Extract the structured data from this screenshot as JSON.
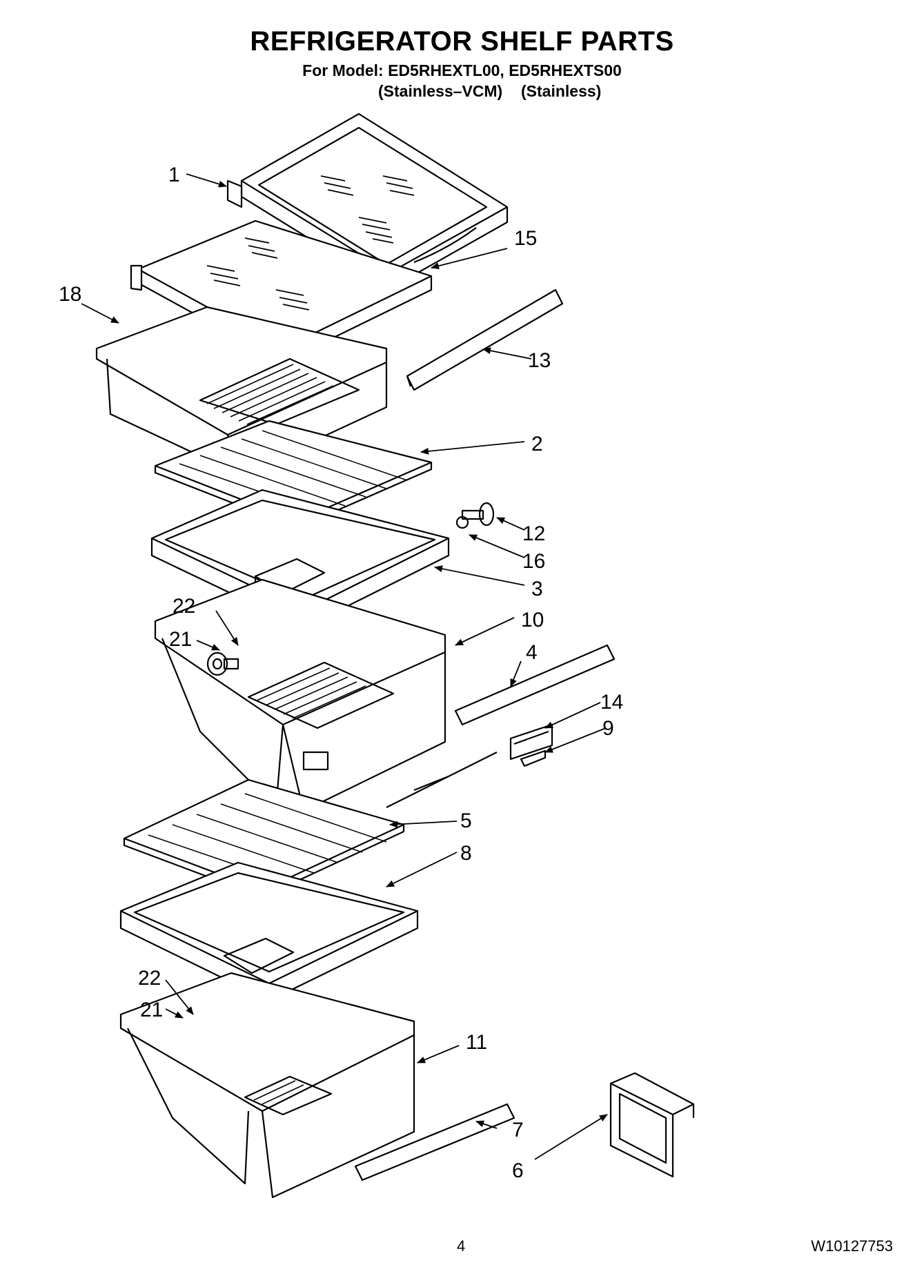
{
  "header": {
    "title": "REFRIGERATOR SHELF PARTS",
    "model_line": "For Model: ED5RHEXTL00, ED5RHEXTS00",
    "variants": [
      "(Stainless–VCM)",
      "(Stainless)"
    ]
  },
  "callouts": {
    "c1": "1",
    "c15": "15",
    "c18": "18",
    "c13": "13",
    "c2": "2",
    "c12": "12",
    "c16": "16",
    "c3": "3",
    "c22a": "22",
    "c21a": "21",
    "c10": "10",
    "c4": "4",
    "c14": "14",
    "c9": "9",
    "c5": "5",
    "c8": "8",
    "c22b": "22",
    "c21b": "21",
    "c11": "11",
    "c7": "7",
    "c6": "6"
  },
  "footer": {
    "page_number": "4",
    "doc_number": "W10127753"
  }
}
